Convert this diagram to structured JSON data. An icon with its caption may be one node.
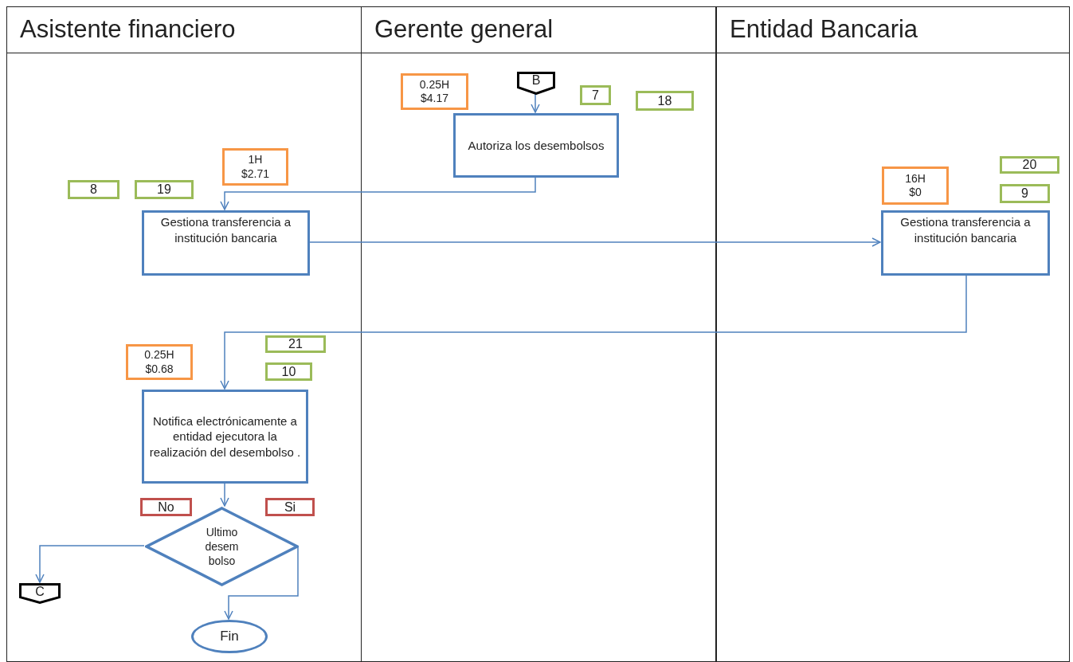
{
  "diagram": {
    "nodes": [
      {
        "text": [
          "Asistente financiero"
        ]
      },
      {
        "text": [
          "Gerente general"
        ]
      },
      {
        "text": [
          "Entidad Bancaria"
        ]
      },
      {
        "text": [
          "0.25H",
          "$4.17"
        ],
        "in": 1
      },
      {
        "text": [
          "B"
        ],
        "in": 1
      },
      {
        "text": [
          "7"
        ],
        "in": 1
      },
      {
        "text": [
          "18"
        ],
        "in": 1
      },
      {
        "text": [
          "Autoriza los desembolsos"
        ],
        "in": 1
      },
      {
        "text": [
          "1H",
          "$2.71"
        ],
        "in": 0
      },
      {
        "text": [
          "20"
        ],
        "in": 2
      },
      {
        "text": [
          "16H",
          "$0"
        ],
        "in": 2
      },
      {
        "text": [
          "8"
        ],
        "in": 0
      },
      {
        "text": [
          "19"
        ],
        "in": 0
      },
      {
        "text": [
          "9"
        ],
        "in": 2
      },
      {
        "text": [
          "Gestiona transferencia a institución bancaria"
        ],
        "in": 0
      },
      {
        "text": [
          "Gestiona transferencia a institución bancaria"
        ],
        "in": 2
      },
      {
        "text": [
          "0.25H",
          "$0.68"
        ],
        "in": 0
      },
      {
        "text": [
          "21"
        ],
        "in": 0
      },
      {
        "text": [
          "10"
        ],
        "in": 0
      },
      {
        "text": [
          "Notifica electrónicamente a entidad ejecutora la realización del desembolso ."
        ],
        "in": 0
      },
      {
        "text": [
          "No"
        ],
        "in": 0
      },
      {
        "text": [
          "Si"
        ],
        "in": 0
      },
      {
        "text": [
          "Ultimo desem bolso"
        ],
        "in": 0
      },
      {
        "text": [
          "C"
        ],
        "in": 0
      },
      {
        "text": [
          "Fin"
        ],
        "in": 0
      }
    ],
    "edges": [
      {
        "from": 4,
        "to": 7,
        "arrow": "to"
      },
      {
        "from": 7,
        "to": 14,
        "arrow": "to"
      },
      {
        "from": 14,
        "to": 15,
        "arrow": "to"
      },
      {
        "from": 15,
        "to": 19,
        "arrow": "to"
      },
      {
        "from": 19,
        "to": 22,
        "arrow": "to"
      },
      {
        "from": 22,
        "to": 23,
        "arrow": "to"
      },
      {
        "from": 22,
        "to": 24,
        "arrow": "to"
      }
    ]
  }
}
